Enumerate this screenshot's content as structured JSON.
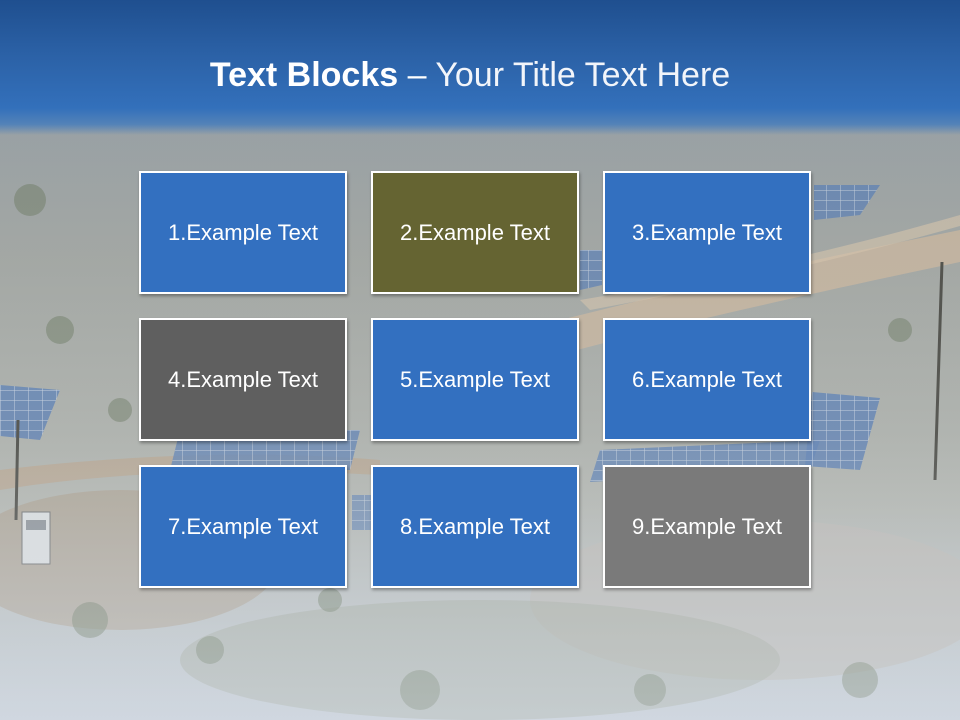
{
  "slide": {
    "title_bold": "Text Blocks",
    "title_separator": " – ",
    "title_rest": "Your Title Text Here"
  },
  "blocks": [
    {
      "label": "1.Example Text",
      "color": "#3370c0"
    },
    {
      "label": "2.Example Text",
      "color": "#656432"
    },
    {
      "label": "3.Example Text",
      "color": "#3370c0"
    },
    {
      "label": "4.Example Text",
      "color": "#5f5f5f"
    },
    {
      "label": "5.Example Text",
      "color": "#3370c0"
    },
    {
      "label": "6.Example Text",
      "color": "#3370c0"
    },
    {
      "label": "7.Example Text",
      "color": "#3370c0"
    },
    {
      "label": "8.Example Text",
      "color": "#3370c0"
    },
    {
      "label": "9.Example Text",
      "color": "#7a7a7a"
    }
  ],
  "colors": {
    "header": "#2b61a6",
    "block_border": "#ffffff"
  }
}
